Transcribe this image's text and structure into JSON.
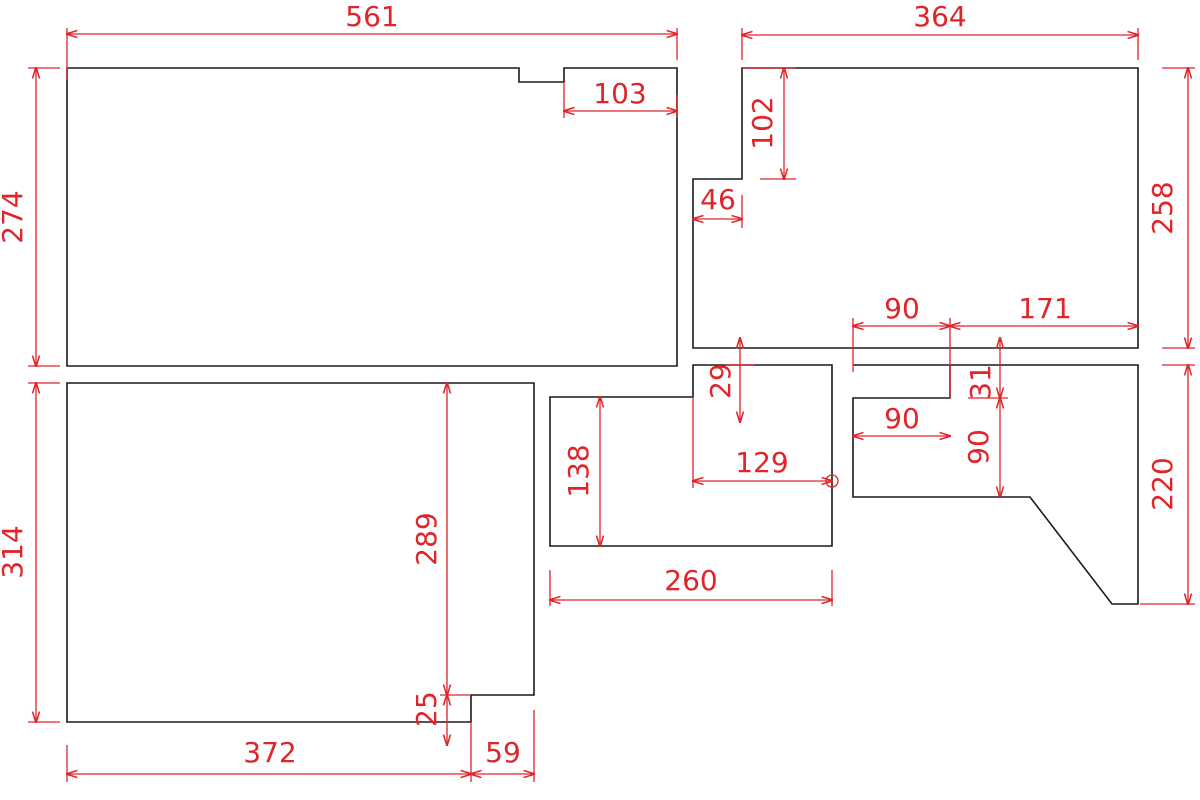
{
  "drawing": {
    "ink_color": "#1a1a1a",
    "dimension_color": "#e0242a",
    "panels": [
      {
        "id": "panel-top-left"
      },
      {
        "id": "panel-top-right"
      },
      {
        "id": "panel-bottom-left"
      },
      {
        "id": "panel-middle"
      },
      {
        "id": "panel-bottom-right"
      }
    ],
    "dimensions": {
      "top_left_width": "561",
      "top_left_height": "274",
      "top_left_notch_offset": "103",
      "top_right_width": "364",
      "top_right_height": "258",
      "top_right_step_depth": "102",
      "top_right_step_width": "46",
      "bottom_right_notch_width": "90",
      "bottom_right_right_width": "171",
      "bottom_right_notch_depth": "31",
      "bottom_right_lower_width": "90",
      "bottom_right_lower_height": "90",
      "bottom_right_height": "220",
      "middle_notch_depth": "29",
      "middle_left_height": "138",
      "middle_inner_width": "129",
      "middle_width": "260",
      "bottom_left_height": "314",
      "bottom_left_inner_height": "289",
      "bottom_left_step_height": "25",
      "bottom_left_width": "372",
      "bottom_left_step_width": "59"
    }
  }
}
